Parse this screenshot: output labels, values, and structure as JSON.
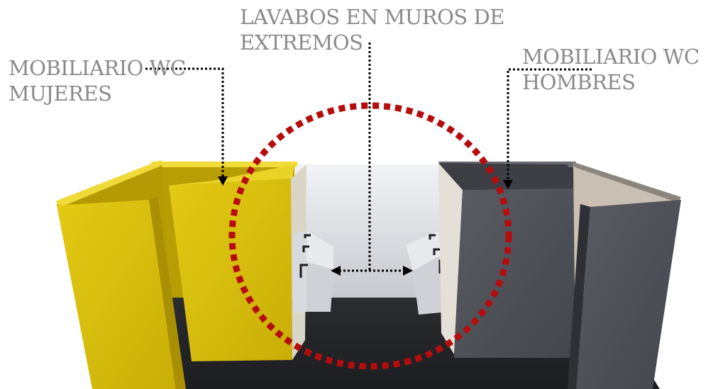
{
  "labels": {
    "sinks": {
      "line1": "LAVABOS EN MUROS DE",
      "line2": "EXTREMOS"
    },
    "women": {
      "line1": "MOBILIARIO WC",
      "line2": "MUJERES"
    },
    "men": {
      "line1": "MOBILIARIO WC",
      "line2": "HOMBRES"
    }
  },
  "colors": {
    "women_walls": "#d8bf0a",
    "men_walls": "#50525a",
    "highlight_circle": "#b50d0d",
    "label_text": "#8a8a8a",
    "leader_lines": "#000000"
  }
}
